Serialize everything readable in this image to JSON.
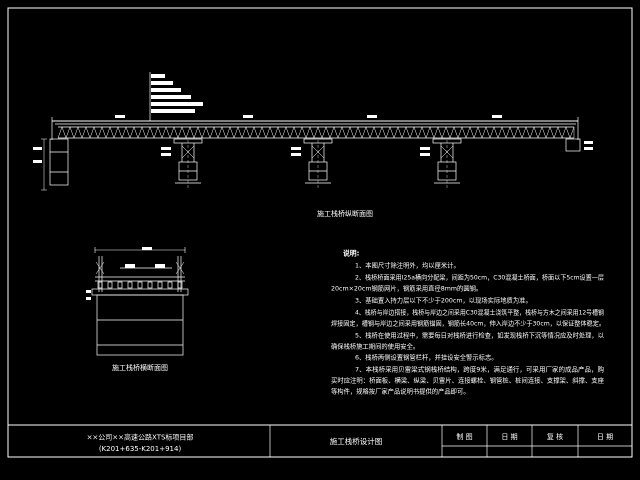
{
  "colors": {
    "background": "#000000",
    "line": "#ffffff"
  },
  "views": {
    "elevation_caption": "施工栈桥纵断面图",
    "section_caption": "施工栈桥横断面图"
  },
  "notes": {
    "heading": "说明:",
    "lines": [
      "1、本图尺寸除注明外，均以厘米计。",
      "2、栈桥桥面采用I25a横向分配梁，间距为50cm，C30混凝土桥面，桥面以下5cm设置一层",
      "20cm×20cm钢筋网片，钢筋采用直径8mm的圆钢。",
      "3、基础置入持力层以下不少于200cm，以现场实际地质为准。",
      "4、栈桥与岸边搭接，栈桥与岸边之间采用C30混凝土浇筑平整，栈桥与方木之间采用12号槽钢",
      "焊接固定，槽钢与岸边之间采用钢筋锚固，钢筋长40cm，伸入岸边不少于30cm，以保证整体稳定。",
      "5、栈桥在使用过程中，需要每日对栈桥进行检查，如发现栈桥下沉等情况应及时处理，以",
      "确保栈桥施工期间的使用安全。",
      "6、栈桥两侧设置钢管栏杆，并挂设安全警示标志。",
      "7、本栈桥采用贝雷梁式钢栈桥结构，跨度9米，满足通行，可采用厂家的成品产品，购",
      "买时应注明：桥面板、横梁、纵梁、贝雷片、连接螺栓、钢管桩、桩间连接、支撑架、斜撑、支座",
      "等构件，规格按厂家产品说明书提供的产品即可。"
    ]
  },
  "title_block": {
    "company": "××公司××高速公路XTS标项目部",
    "range": "(K201+635-K201+914)",
    "drawing_title": "施工栈桥设计图",
    "cells": [
      "制 图",
      "日 期",
      "复 核",
      "日 期"
    ]
  }
}
